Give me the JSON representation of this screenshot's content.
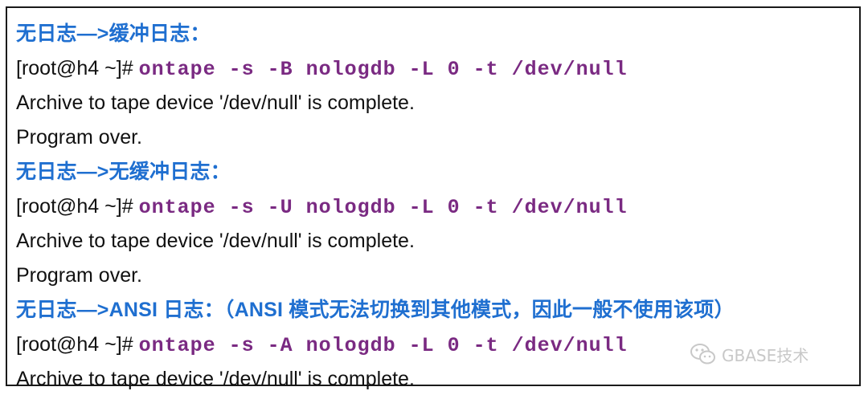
{
  "lines": [
    {
      "type": "heading",
      "text": "无日志—>缓冲日志："
    },
    {
      "type": "command",
      "prompt": "[root@h4 ~]#",
      "command": "ontape -s -B nologdb -L 0 -t /dev/null"
    },
    {
      "type": "text",
      "text": "Archive to tape device '/dev/null' is complete."
    },
    {
      "type": "text",
      "text": "Program over."
    },
    {
      "type": "heading",
      "text": "无日志—>无缓冲日志："
    },
    {
      "type": "command",
      "prompt": "[root@h4 ~]#",
      "command": "ontape -s -U nologdb -L 0 -t /dev/null"
    },
    {
      "type": "text",
      "text": "Archive to tape device '/dev/null' is complete."
    },
    {
      "type": "text",
      "text": "Program over."
    },
    {
      "type": "heading",
      "text": "无日志—>ANSI 日志：（ANSI 模式无法切换到其他模式，因此一般不使用该项）"
    },
    {
      "type": "command",
      "prompt": "[root@h4 ~]#",
      "command": "ontape -s -A nologdb -L 0 -t /dev/null"
    },
    {
      "type": "text",
      "text": "Archive to tape device '/dev/null' is complete."
    }
  ],
  "watermark": {
    "text": "GBASE技术",
    "icon": "wechat-icon"
  },
  "colors": {
    "heading": "#1f6fd0",
    "command": "#7a2a82",
    "text": "#111111",
    "border": "#1a1a1a"
  }
}
